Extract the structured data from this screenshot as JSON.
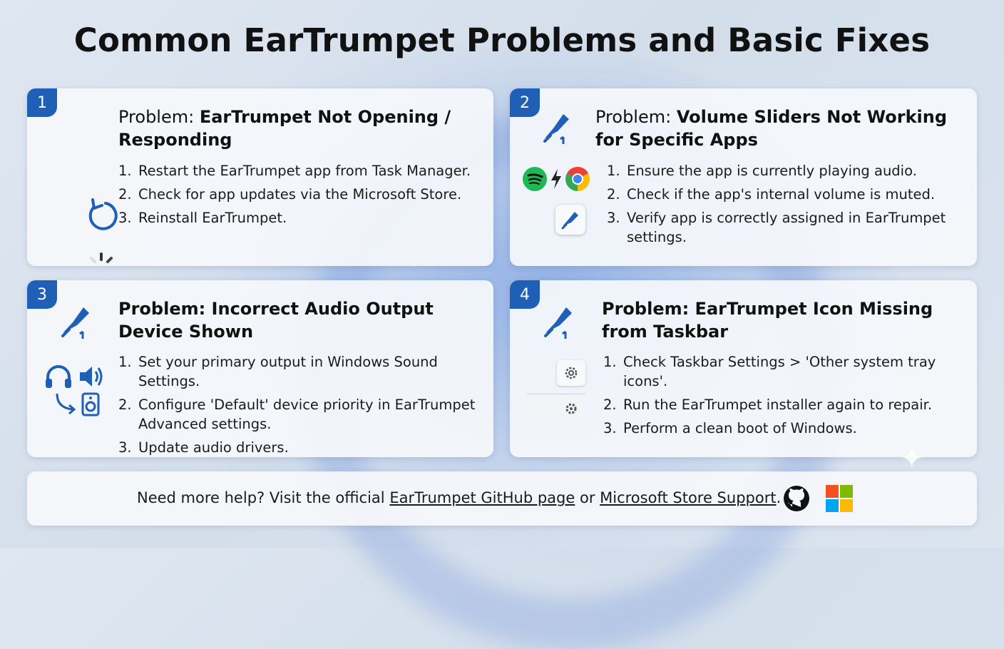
{
  "title": "Common EarTrumpet Problems and Basic Fixes",
  "cards": [
    {
      "number": "1",
      "problem_prefix": "Problem: ",
      "problem_title": "EarTrumpet Not Opening / Responding",
      "fixes": [
        {
          "n": "1.",
          "text": "Restart the EarTrumpet app from Task Manager."
        },
        {
          "n": "2.",
          "text": "Check for app updates via the Microsoft Store."
        },
        {
          "n": "3.",
          "text": "Reinstall EarTrumpet."
        }
      ],
      "icons": [
        "refresh-icon",
        "loading-spinner-icon",
        "eartrumpet-crossed-icon"
      ]
    },
    {
      "number": "2",
      "problem_prefix": "Problem: ",
      "problem_title": "Volume Sliders Not Working for Specific Apps",
      "fixes": [
        {
          "n": "1.",
          "text": "Ensure the app is currently playing audio."
        },
        {
          "n": "2.",
          "text": "Check if the app's internal volume is muted."
        },
        {
          "n": "3.",
          "text": "Verify app is correctly assigned in EarTrumpet settings."
        }
      ],
      "icons": [
        "eartrumpet-icon",
        "spotify-icon",
        "lightning-icon",
        "chrome-icon",
        "eartrumpet-tray-icon"
      ]
    },
    {
      "number": "3",
      "problem_prefix": "",
      "problem_title": "Problem: Incorrect Audio Output Device Shown",
      "fixes": [
        {
          "n": "1.",
          "text": "Set your primary output in Windows Sound Settings."
        },
        {
          "n": "2.",
          "text": "Configure 'Default' device priority in EarTrumpet Advanced settings."
        },
        {
          "n": "3.",
          "text": "Update audio drivers."
        }
      ],
      "icons": [
        "eartrumpet-icon",
        "headphones-icon",
        "speaker-icon",
        "redirect-arrow-icon",
        "speaker-box-icon"
      ]
    },
    {
      "number": "4",
      "problem_prefix": "",
      "problem_title": "Problem: EarTrumpet Icon Missing from Taskbar",
      "fixes": [
        {
          "n": "1.",
          "text": "Check Taskbar Settings > 'Other system tray icons'."
        },
        {
          "n": "2.",
          "text": "Run the EarTrumpet installer again to repair."
        },
        {
          "n": "3.",
          "text": "Perform a clean boot of Windows."
        }
      ],
      "icons": [
        "eartrumpet-icon",
        "settings-gear-icon",
        "settings-gear-icon"
      ]
    }
  ],
  "footer": {
    "prefix": "Need more help? Visit the official ",
    "link1": "EarTrumpet GitHub page",
    "middle": " or ",
    "link2": "Microsoft Store Support",
    "suffix": ".",
    "icons": [
      "github-icon",
      "microsoft-logo-icon"
    ]
  },
  "colors": {
    "accent": "#1f5fb5",
    "spotify": "#1db954",
    "ms_red": "#f25022",
    "ms_green": "#7fba00",
    "ms_blue": "#00a4ef",
    "ms_yellow": "#ffb900"
  }
}
